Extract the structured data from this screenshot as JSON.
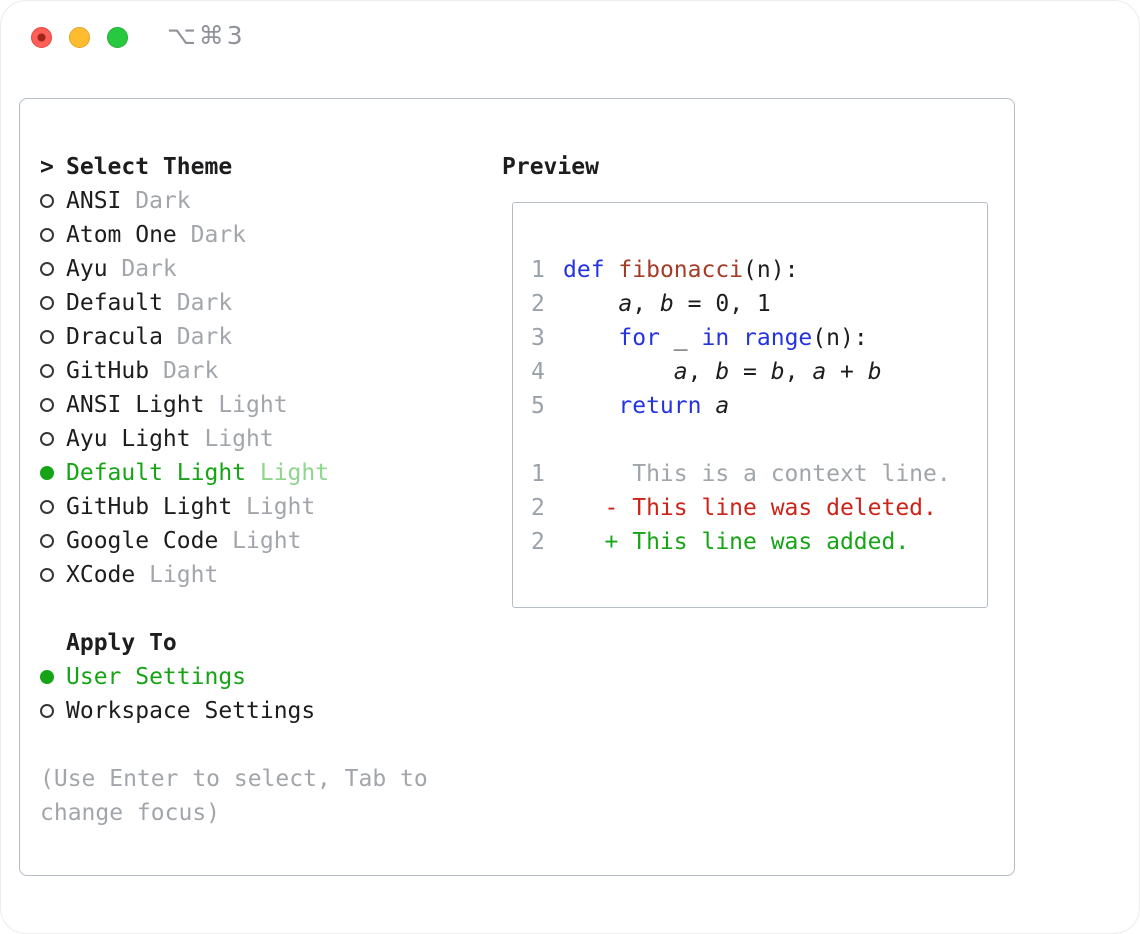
{
  "window": {
    "shortcut_label": "⌥⌘3"
  },
  "panel": {
    "selector": {
      "prompt": ">",
      "title": "Select Theme",
      "themes": [
        {
          "name": "ANSI",
          "variant": "Dark",
          "selected": false
        },
        {
          "name": "Atom One",
          "variant": "Dark",
          "selected": false
        },
        {
          "name": "Ayu",
          "variant": "Dark",
          "selected": false
        },
        {
          "name": "Default",
          "variant": "Dark",
          "selected": false
        },
        {
          "name": "Dracula",
          "variant": "Dark",
          "selected": false
        },
        {
          "name": "GitHub",
          "variant": "Dark",
          "selected": false
        },
        {
          "name": "ANSI Light",
          "variant": "Light",
          "selected": false
        },
        {
          "name": "Ayu Light",
          "variant": "Light",
          "selected": false
        },
        {
          "name": "Default Light",
          "variant": "Light",
          "selected": true
        },
        {
          "name": "GitHub Light",
          "variant": "Light",
          "selected": false
        },
        {
          "name": "Google Code",
          "variant": "Light",
          "selected": false
        },
        {
          "name": "XCode",
          "variant": "Light",
          "selected": false
        }
      ],
      "apply_to": {
        "title": "Apply To",
        "options": [
          {
            "label": "User Settings",
            "selected": true
          },
          {
            "label": "Workspace Settings",
            "selected": false
          }
        ]
      },
      "help_lines": [
        "(Use Enter to select, Tab to",
        "change focus)"
      ]
    },
    "preview": {
      "title": "Preview",
      "code_lines": [
        {
          "num": "1",
          "tokens": [
            [
              "def",
              "kw"
            ],
            [
              " ",
              ""
            ],
            [
              "fibonacci",
              "fn"
            ],
            [
              "(n):",
              ""
            ]
          ]
        },
        {
          "num": "2",
          "tokens": [
            [
              "    ",
              ""
            ],
            [
              "a",
              "var"
            ],
            [
              ", ",
              ""
            ],
            [
              "b",
              "var"
            ],
            [
              " = 0, 1",
              ""
            ]
          ]
        },
        {
          "num": "3",
          "tokens": [
            [
              "    ",
              ""
            ],
            [
              "for",
              "kw"
            ],
            [
              " _ ",
              ""
            ],
            [
              "in",
              "kw"
            ],
            [
              " ",
              ""
            ],
            [
              "range",
              "kw"
            ],
            [
              "(n):",
              ""
            ]
          ]
        },
        {
          "num": "4",
          "tokens": [
            [
              "        ",
              ""
            ],
            [
              "a",
              "var"
            ],
            [
              ", ",
              ""
            ],
            [
              "b",
              "var"
            ],
            [
              " = ",
              ""
            ],
            [
              "b",
              "var"
            ],
            [
              ", ",
              ""
            ],
            [
              "a",
              "var"
            ],
            [
              " + ",
              ""
            ],
            [
              "b",
              "var"
            ]
          ]
        },
        {
          "num": "5",
          "tokens": [
            [
              "    ",
              ""
            ],
            [
              "return",
              "kw"
            ],
            [
              " ",
              ""
            ],
            [
              "a",
              "var"
            ]
          ]
        },
        {
          "num": "",
          "tokens": []
        },
        {
          "num": "1",
          "tokens": [
            [
              "     This is a context line.",
              "ctx"
            ]
          ]
        },
        {
          "num": "2",
          "tokens": [
            [
              "   - This line was deleted.",
              "del"
            ]
          ]
        },
        {
          "num": "2",
          "tokens": [
            [
              "   + This line was added.",
              "add"
            ]
          ]
        }
      ]
    }
  },
  "colors": {
    "text_primary": "#1d1d1f",
    "muted_gray": "#a2a6ab",
    "border_gray": "#b6bdc6",
    "accent_green": "#16a416",
    "accent_green_light": "#8fd58f",
    "keyword_blue": "#2433e0",
    "function_red": "#a53c28",
    "deleted_red": "#cc2418",
    "added_green": "#17a517",
    "context_gray": "#a0a5aa",
    "line_number_gray": "#99a1aa",
    "shortcut_gray": "#8f9399",
    "traffic_red": "#ff5f57",
    "traffic_yellow": "#febc2e",
    "traffic_green": "#28c840"
  }
}
